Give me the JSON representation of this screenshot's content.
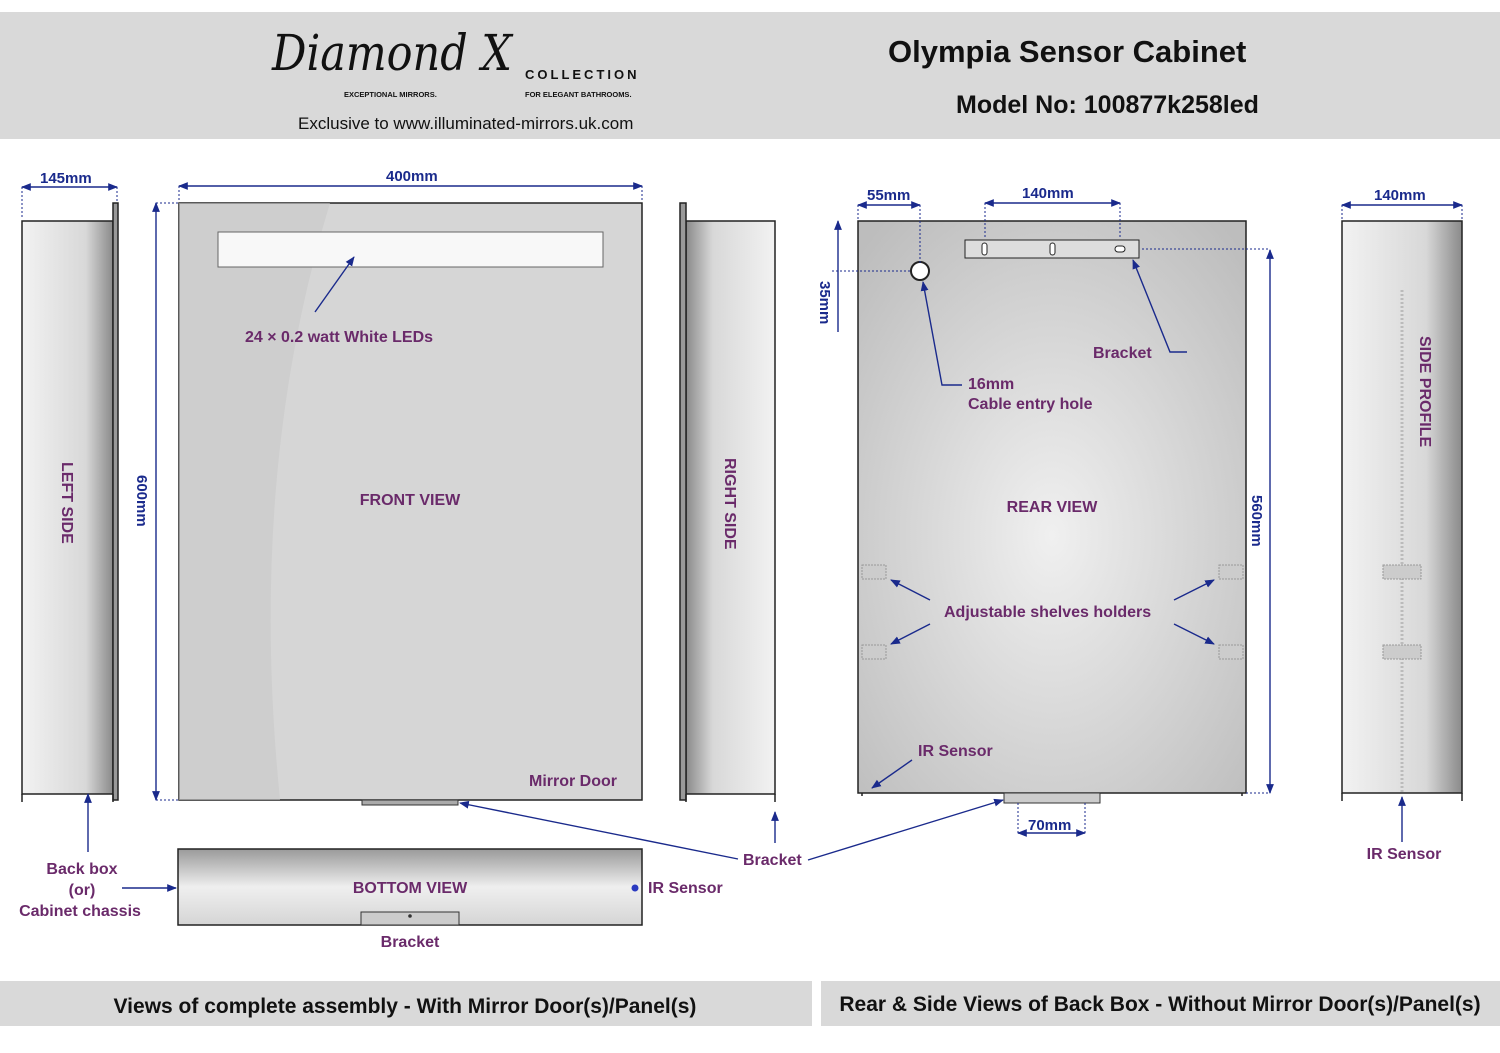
{
  "header": {
    "logo_text": "Diamond X",
    "logo_collection": "COLLECTION",
    "logo_tagline_left": "EXCEPTIONAL MIRRORS.",
    "logo_tagline_right": "FOR ELEGANT BATHROOMS.",
    "exclusive": "Exclusive to www.illuminated-mirrors.uk.com",
    "title": "Olympia Sensor Cabinet",
    "model": "Model No: 100877k258led"
  },
  "dimensions": {
    "left_depth": "145mm",
    "width": "400mm",
    "height": "600mm",
    "hole_offset_x": "55mm",
    "bracket_width": "140mm",
    "hole_offset_y": "35mm",
    "rear_height": "560mm",
    "side_depth": "140mm",
    "bottom_bracket": "70mm"
  },
  "labels": {
    "leds": "24 × 0.2 watt White LEDs",
    "front_view": "FRONT VIEW",
    "left_side": "LEFT SIDE",
    "right_side": "RIGHT SIDE",
    "mirror_door": "Mirror Door",
    "back_box_1": "Back box",
    "back_box_2": "(or)",
    "back_box_3": "Cabinet chassis",
    "bottom_view": "BOTTOM VIEW",
    "ir_sensor": "IR Sensor",
    "bracket": "Bracket",
    "rear_view": "REAR VIEW",
    "cable_size": "16mm",
    "cable_hole": "Cable entry hole",
    "shelves": "Adjustable shelves holders",
    "side_profile": "SIDE PROFILE"
  },
  "footer": {
    "left": "Views of complete assembly - With Mirror Door(s)/Panel(s)",
    "right": "Rear & Side Views of Back Box - Without Mirror Door(s)/Panel(s)"
  },
  "colors": {
    "label": "#6a2a6a",
    "dimension": "#1a2a8c",
    "band": "#d9d9d9"
  }
}
